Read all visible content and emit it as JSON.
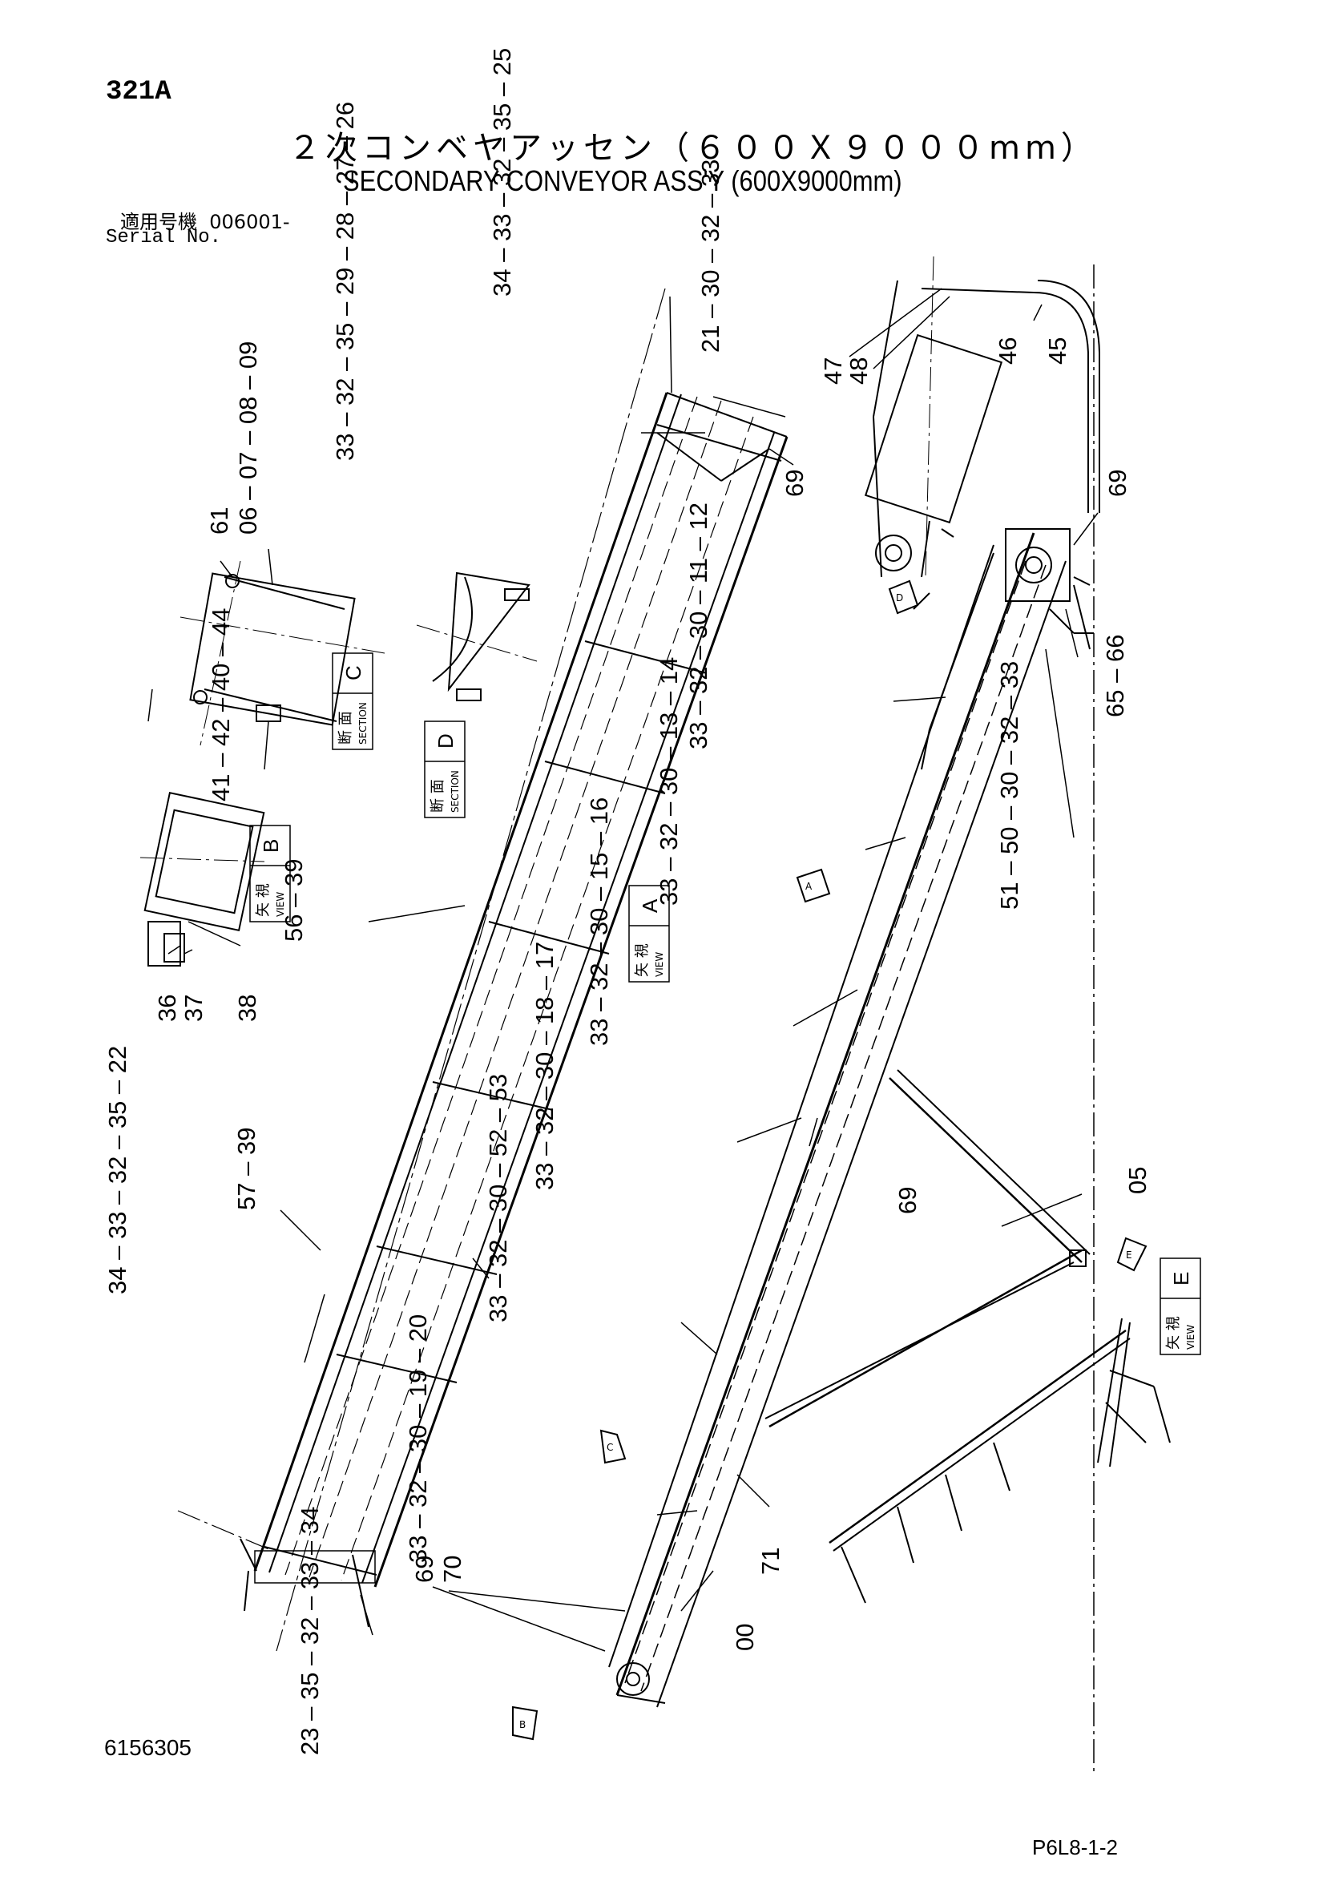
{
  "header": {
    "page_no": "321A",
    "title_jp": "２次コンベヤアッセン（６００Ｘ９０００mm）",
    "title_en": "SECONDARY CONVEYOR ASS'Y (600X9000mm)",
    "serial_label_jp": "適用号機",
    "serial_value": "006001-",
    "serial_label_en": "Serial No."
  },
  "footer": {
    "drawing_no": "6156305",
    "page_code": "P6L8-1-2"
  },
  "callouts": [
    "34 – 33 – 32 – 35 – 25",
    "21 – 30 – 32 – 33",
    "33 – 32 – 35 – 29 – 28 – 27 – 26",
    "61",
    "06 – 07 – 08 – 09",
    "47",
    "48",
    "46",
    "45",
    "69",
    "69",
    "65 – 66",
    "33 – 32 – 30 – 11 – 12",
    "41 – 42 – 40 – 44",
    "33 – 32 – 30 – 13 – 14",
    "51 – 50 – 30 – 32 – 33",
    "56 – 39",
    "36",
    "37",
    "38",
    "33 – 32 – 30 – 15 – 16",
    "33 – 32 – 30 – 18 – 17",
    "69",
    "05",
    "57 – 39",
    "34 – 33 – 32 – 35 – 22",
    "33 – 32 – 30 – 52 – 53",
    "33 – 32 – 30 – 19 – 20",
    "71",
    "69",
    "70",
    "00",
    "23 – 35 – 32 – 33 – 34"
  ],
  "view_boxes": [
    {
      "kanji": "断 面",
      "sub": "SECTION",
      "letter": "C"
    },
    {
      "kanji": "断 面",
      "sub": "SECTION",
      "letter": "D"
    },
    {
      "kanji": "矢 視",
      "sub": "VIEW",
      "letter": "B"
    },
    {
      "kanji": "矢 視",
      "sub": "VIEW",
      "letter": "A"
    },
    {
      "kanji": "矢 視",
      "sub": "VIEW",
      "letter": "E"
    }
  ],
  "view_arrows": [
    "D",
    "A",
    "E",
    "C",
    "B"
  ]
}
